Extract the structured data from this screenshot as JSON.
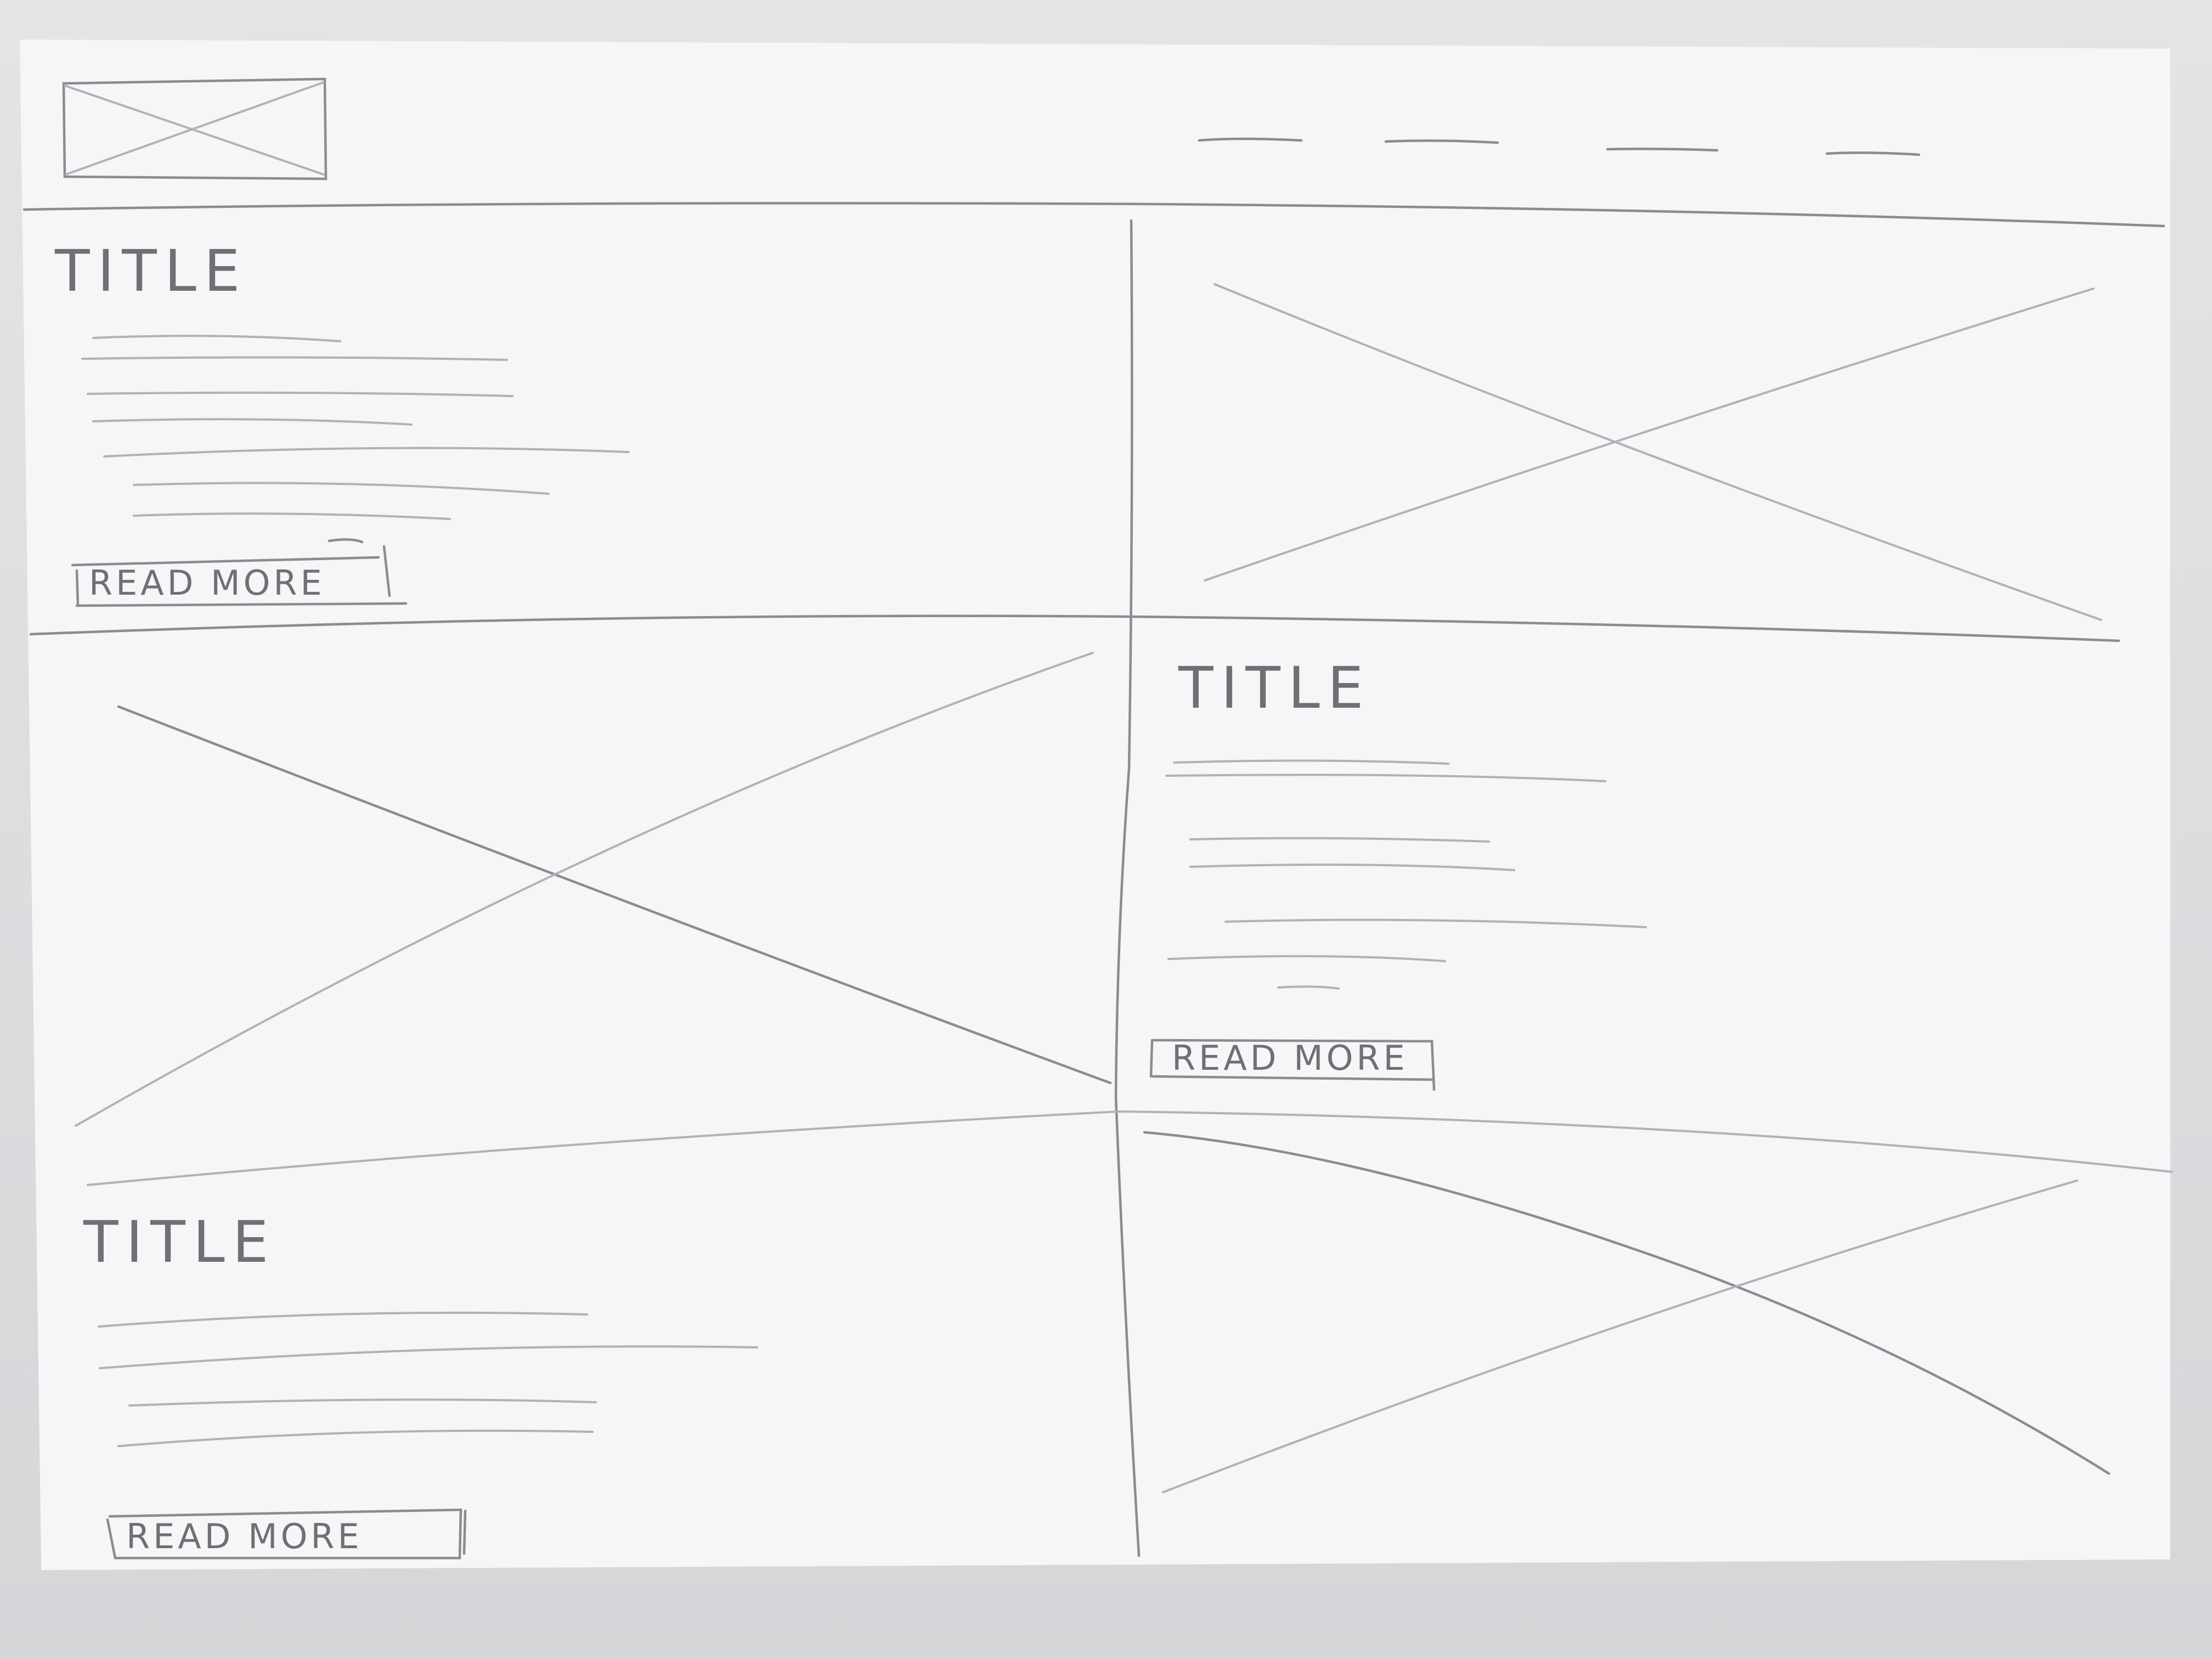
{
  "header": {
    "logo_icon": "image-placeholder-icon",
    "nav_items": [
      "",
      "",
      "",
      ""
    ]
  },
  "sections": [
    {
      "title": "TITLE",
      "button_label": "READ MORE",
      "image_icon": "image-placeholder-icon"
    },
    {
      "title": "TITLE",
      "button_label": "READ MORE",
      "image_icon": "image-placeholder-icon"
    },
    {
      "title": "TITLE",
      "button_label": "READ MORE",
      "image_icon": "image-placeholder-icon"
    }
  ],
  "colors": {
    "paper": "#f6f6f8",
    "pencil": "#8c8c90",
    "background": "#dcdcde"
  }
}
